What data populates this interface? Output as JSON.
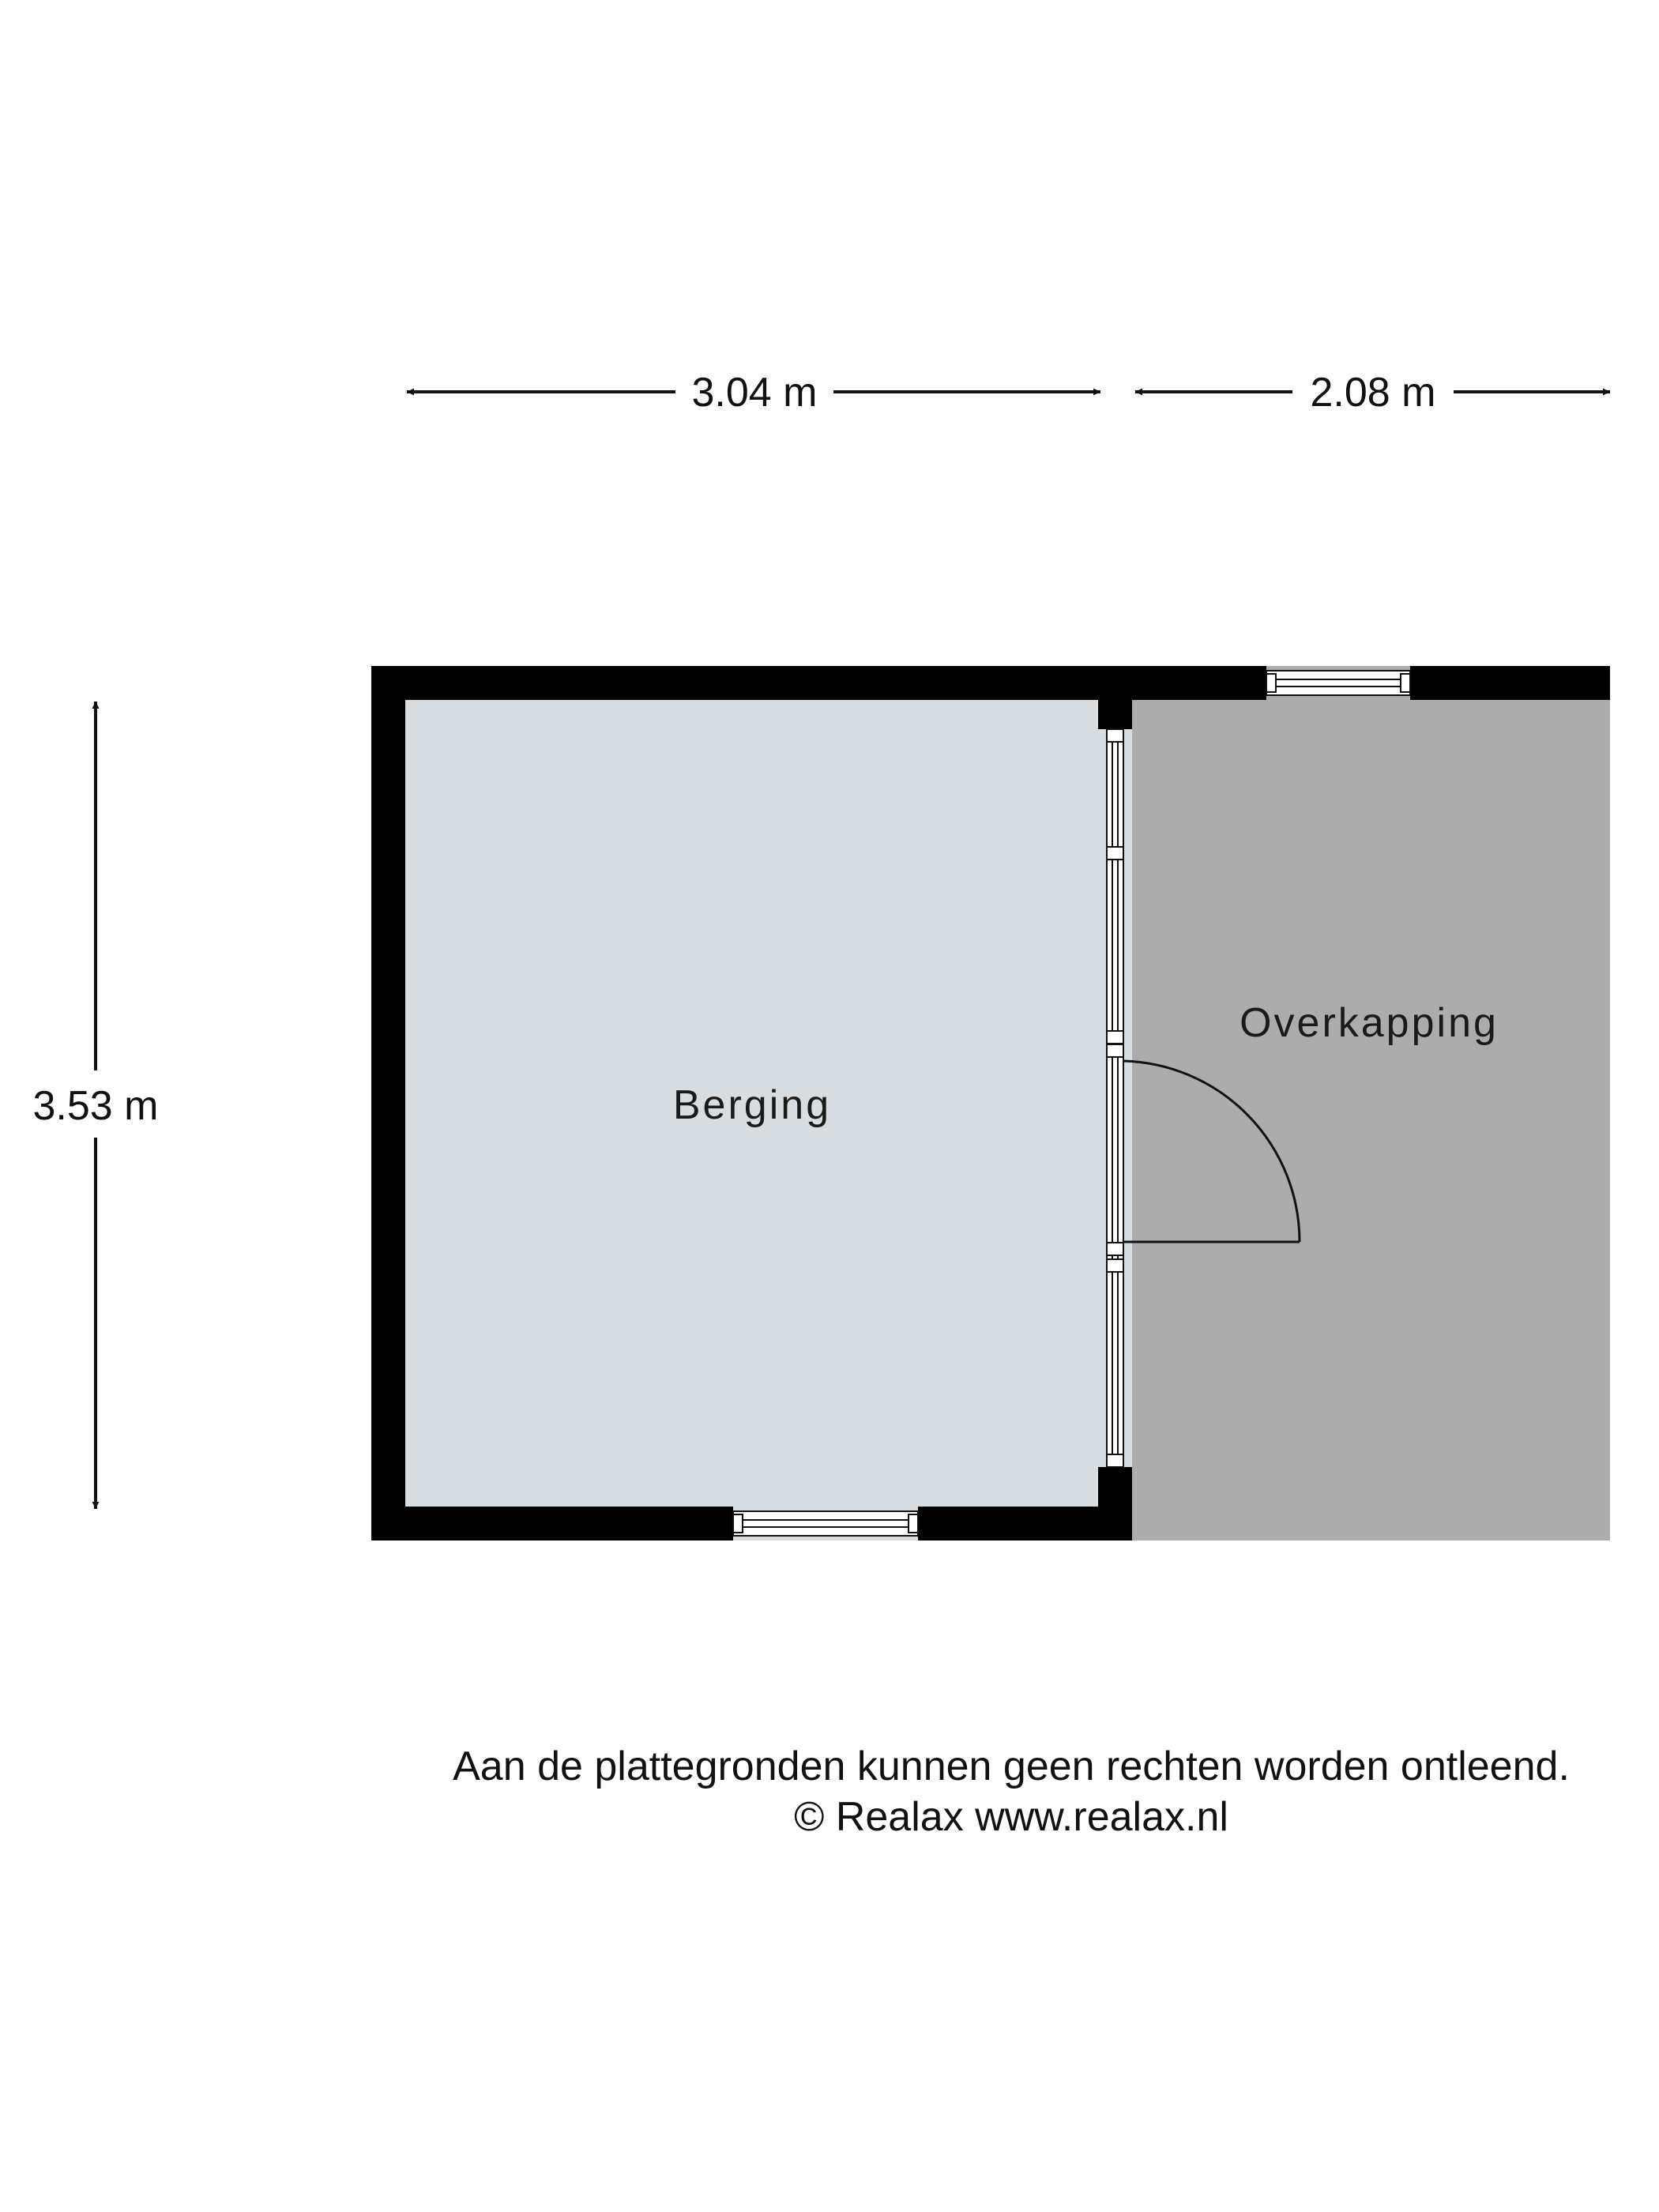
{
  "floorplan": {
    "dimensions": {
      "width_berging": "3.04 m",
      "width_overkapping": "2.08 m",
      "height": "3.53 m"
    },
    "rooms": {
      "berging": "Berging",
      "overkapping": "Overkapping"
    },
    "colors": {
      "wall": "#000000",
      "berging_floor": "#d8dde1",
      "overkapping_floor": "#acacac",
      "window": "#ffffff"
    }
  },
  "footer": {
    "disclaimer": "Aan de plattegronden kunnen geen rechten worden ontleend.",
    "copyright": "© Realax www.realax.nl"
  }
}
